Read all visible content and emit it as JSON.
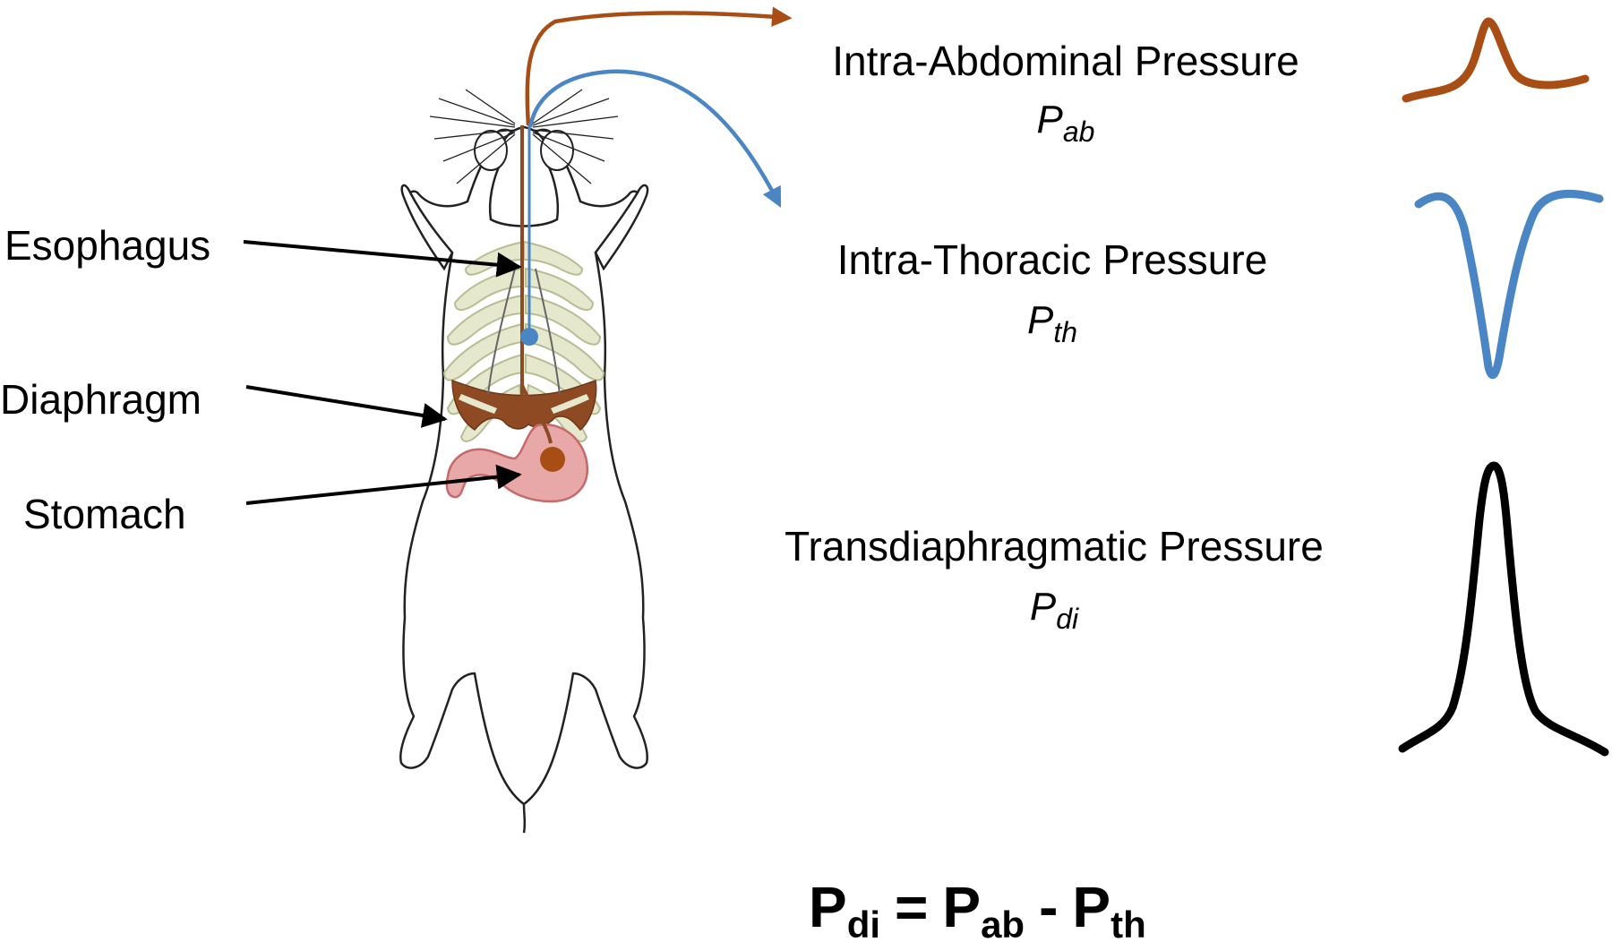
{
  "anatomy_labels": {
    "esophagus": "Esophagus",
    "diaphragm": "Diaphragm",
    "stomach": "Stomach"
  },
  "pressures": {
    "abdominal": {
      "name": "Intra-Abdominal Pressure",
      "symbol": "P",
      "subscript": "ab",
      "color": "#a84e14"
    },
    "thoracic": {
      "name": "Intra-Thoracic Pressure",
      "symbol": "P",
      "subscript": "th",
      "color": "#4a86c4"
    },
    "transdiaphragmatic": {
      "name": "Transdiaphragmatic Pressure",
      "symbol": "P",
      "subscript": "di",
      "color": "#000000"
    }
  },
  "equation": {
    "lhs": "P",
    "lhs_sub": "di",
    "eq": "=",
    "t1": "P",
    "t1_sub": "ab",
    "minus": "-",
    "t2": "P",
    "t2_sub": "th"
  },
  "colors": {
    "rib_fill": "#e5e8cc",
    "rib_stroke": "#b7bd93",
    "diaphragm_fill": "#8e4a22",
    "stomach_fill": "#e8a8a8",
    "stomach_stroke": "#c46a6a",
    "outline": "#222222"
  }
}
